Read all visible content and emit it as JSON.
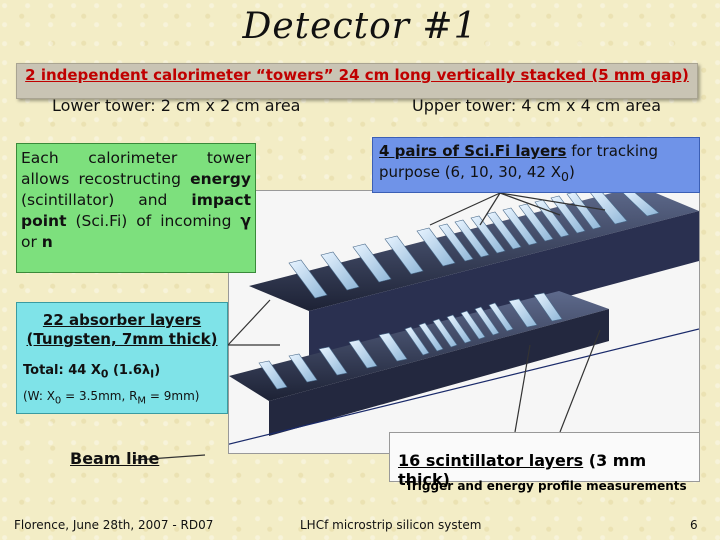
{
  "title": "Detector #1",
  "subtitle": "2 independent calorimeter “towers” 24 cm long vertically stacked (5 mm gap)",
  "lower_tower": "Lower tower: 2 cm x 2 cm area",
  "upper_tower": "Upper tower: 4 cm x 4 cm area",
  "tower_box": {
    "line1": "Each calorimeter tower allows recostructing",
    "energy": "energy",
    "energy_tail": " (scintillator) and",
    "impact": "impact point",
    "impact_tail": " (Sci.Fi) of incoming",
    "gamma": "γ",
    "or": " or ",
    "n": "n"
  },
  "scifi_box": {
    "head": "4 pairs of Sci.Fi layers",
    "tail": " for tracking purpose (6, 10, 30, 42 X",
    "sub": "0",
    "close": ")"
  },
  "absorber_box": {
    "head": "22 absorber layers (Tungsten, 7mm thick)",
    "total": "Total: 44 X",
    "total_sub": "0",
    "total_tail": " (1.6λ",
    "total_sub2": "I",
    "total_close": ")",
    "w_note": "(W: X",
    "w_sub": "0",
    "w_tail": " = 3.5mm, R",
    "w_sub2": "M",
    "w_close": " = 9mm)"
  },
  "scint_box": {
    "head": "16 scintillator layers",
    "tail": " (3 mm thick)",
    "note": "Trigger and energy profile measurements"
  },
  "beam_label": "Beam line",
  "footer": {
    "left": "Florence, June 28th, 2007 - RD07",
    "center": "LHCf microstrip silicon system",
    "page": "6"
  },
  "colors": {
    "subtitle": "#c00000",
    "tower_box": "#7de07d",
    "scifi_box": "#6f93e8",
    "absorber_box": "#7fe3e8",
    "background": "#f3edc6"
  }
}
